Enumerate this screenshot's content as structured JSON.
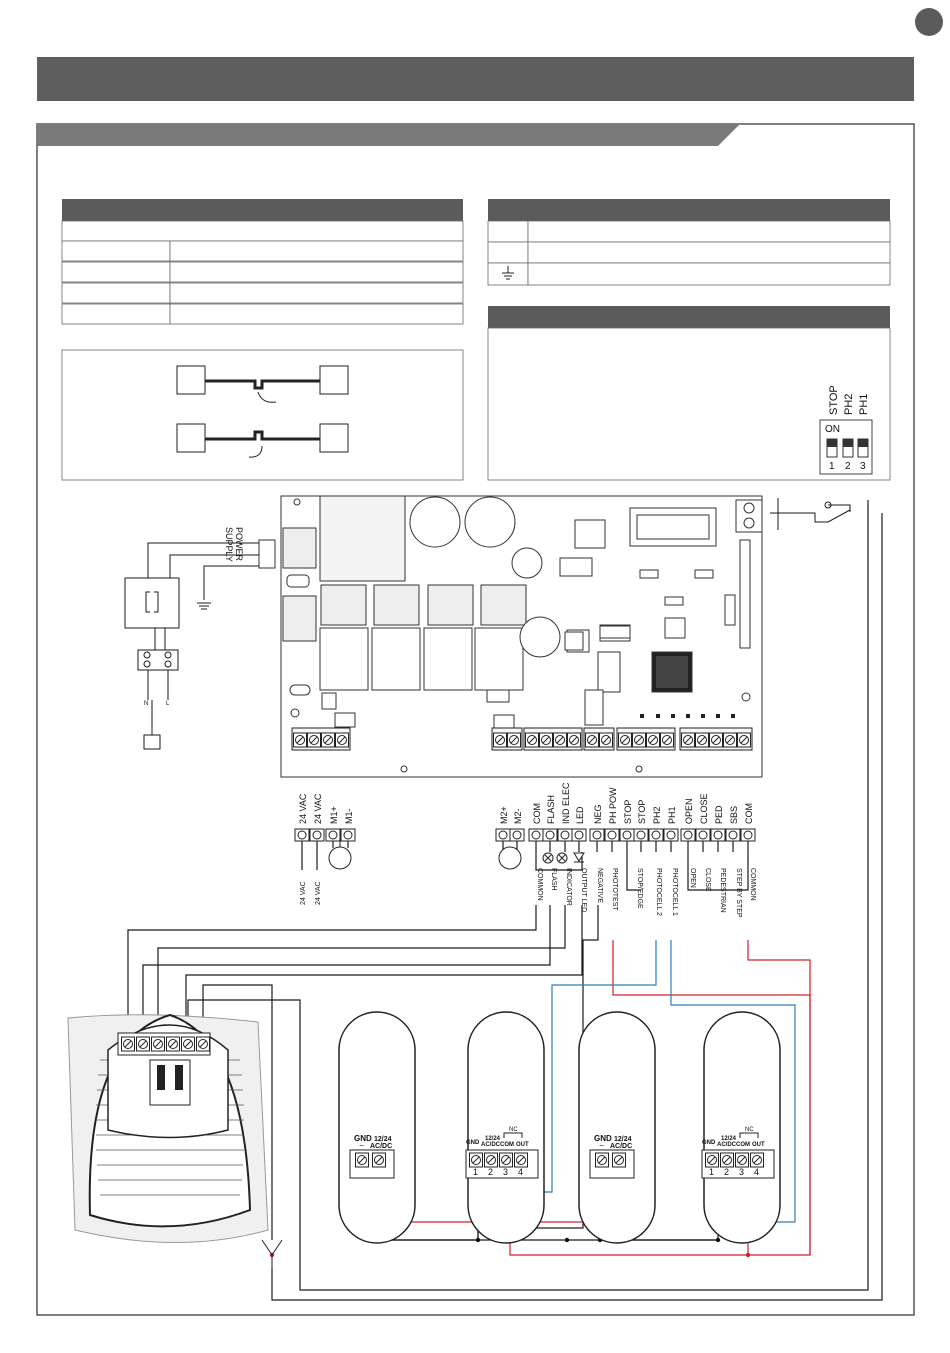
{
  "board_labels": {
    "power_supply": [
      "POWER",
      "SUPPLY"
    ],
    "dip_header": [
      "STOP",
      "PH2",
      "PH1"
    ],
    "dip_on": "ON",
    "dip_numbers": [
      "1",
      "2",
      "3"
    ]
  },
  "terminal_labels_left": [
    "24 VAC",
    "24 VAC",
    "M1+",
    "M1-"
  ],
  "terminal_labels_right": [
    "M2+",
    "M2-",
    "COM",
    "FLASH",
    "IND ELEC",
    "LED",
    "NEG",
    "PH POW",
    "STOP",
    "STOP",
    "PH2",
    "PH1",
    "OPEN",
    "CLOSE",
    "PED",
    "SBS",
    "COM"
  ],
  "function_labels_left": [
    "24 VAC",
    "24 VAC"
  ],
  "function_labels_right": [
    "COMMON",
    "FLASH",
    "INDICATOR",
    "OUTPUT LED",
    "NEGATIVE",
    "PHOTOTEST",
    "STOP/EDGE",
    "PHOTOCELL 2",
    "PHOTOCELL 1",
    "OPEN",
    "CLOSE",
    "PEDESTRIAN",
    "STEP BY STEP",
    "COMMON"
  ],
  "mains_plug_labels": [
    "N",
    "L"
  ],
  "photocells": {
    "tx_labels": [
      "GND",
      "12/24",
      "AC/DC"
    ],
    "tx_minus": "−",
    "rx_labels": [
      "GND",
      "12/24",
      "AC/DC",
      "COM",
      "OUT"
    ],
    "rx_nc": "NC",
    "rx_numbers": [
      "1",
      "2",
      "3",
      "4"
    ]
  },
  "colors": {
    "wire_black": "#1a1a1a",
    "wire_red": "#d0202a",
    "wire_blue": "#2a7fb8",
    "header_bar": "#5b5b5b",
    "section_tab": "#7a7a7a"
  },
  "icons": [
    "earth-ground-icon",
    "lamp-icon",
    "led-icon",
    "motor-icon",
    "switch-icon",
    "antenna-icon"
  ]
}
